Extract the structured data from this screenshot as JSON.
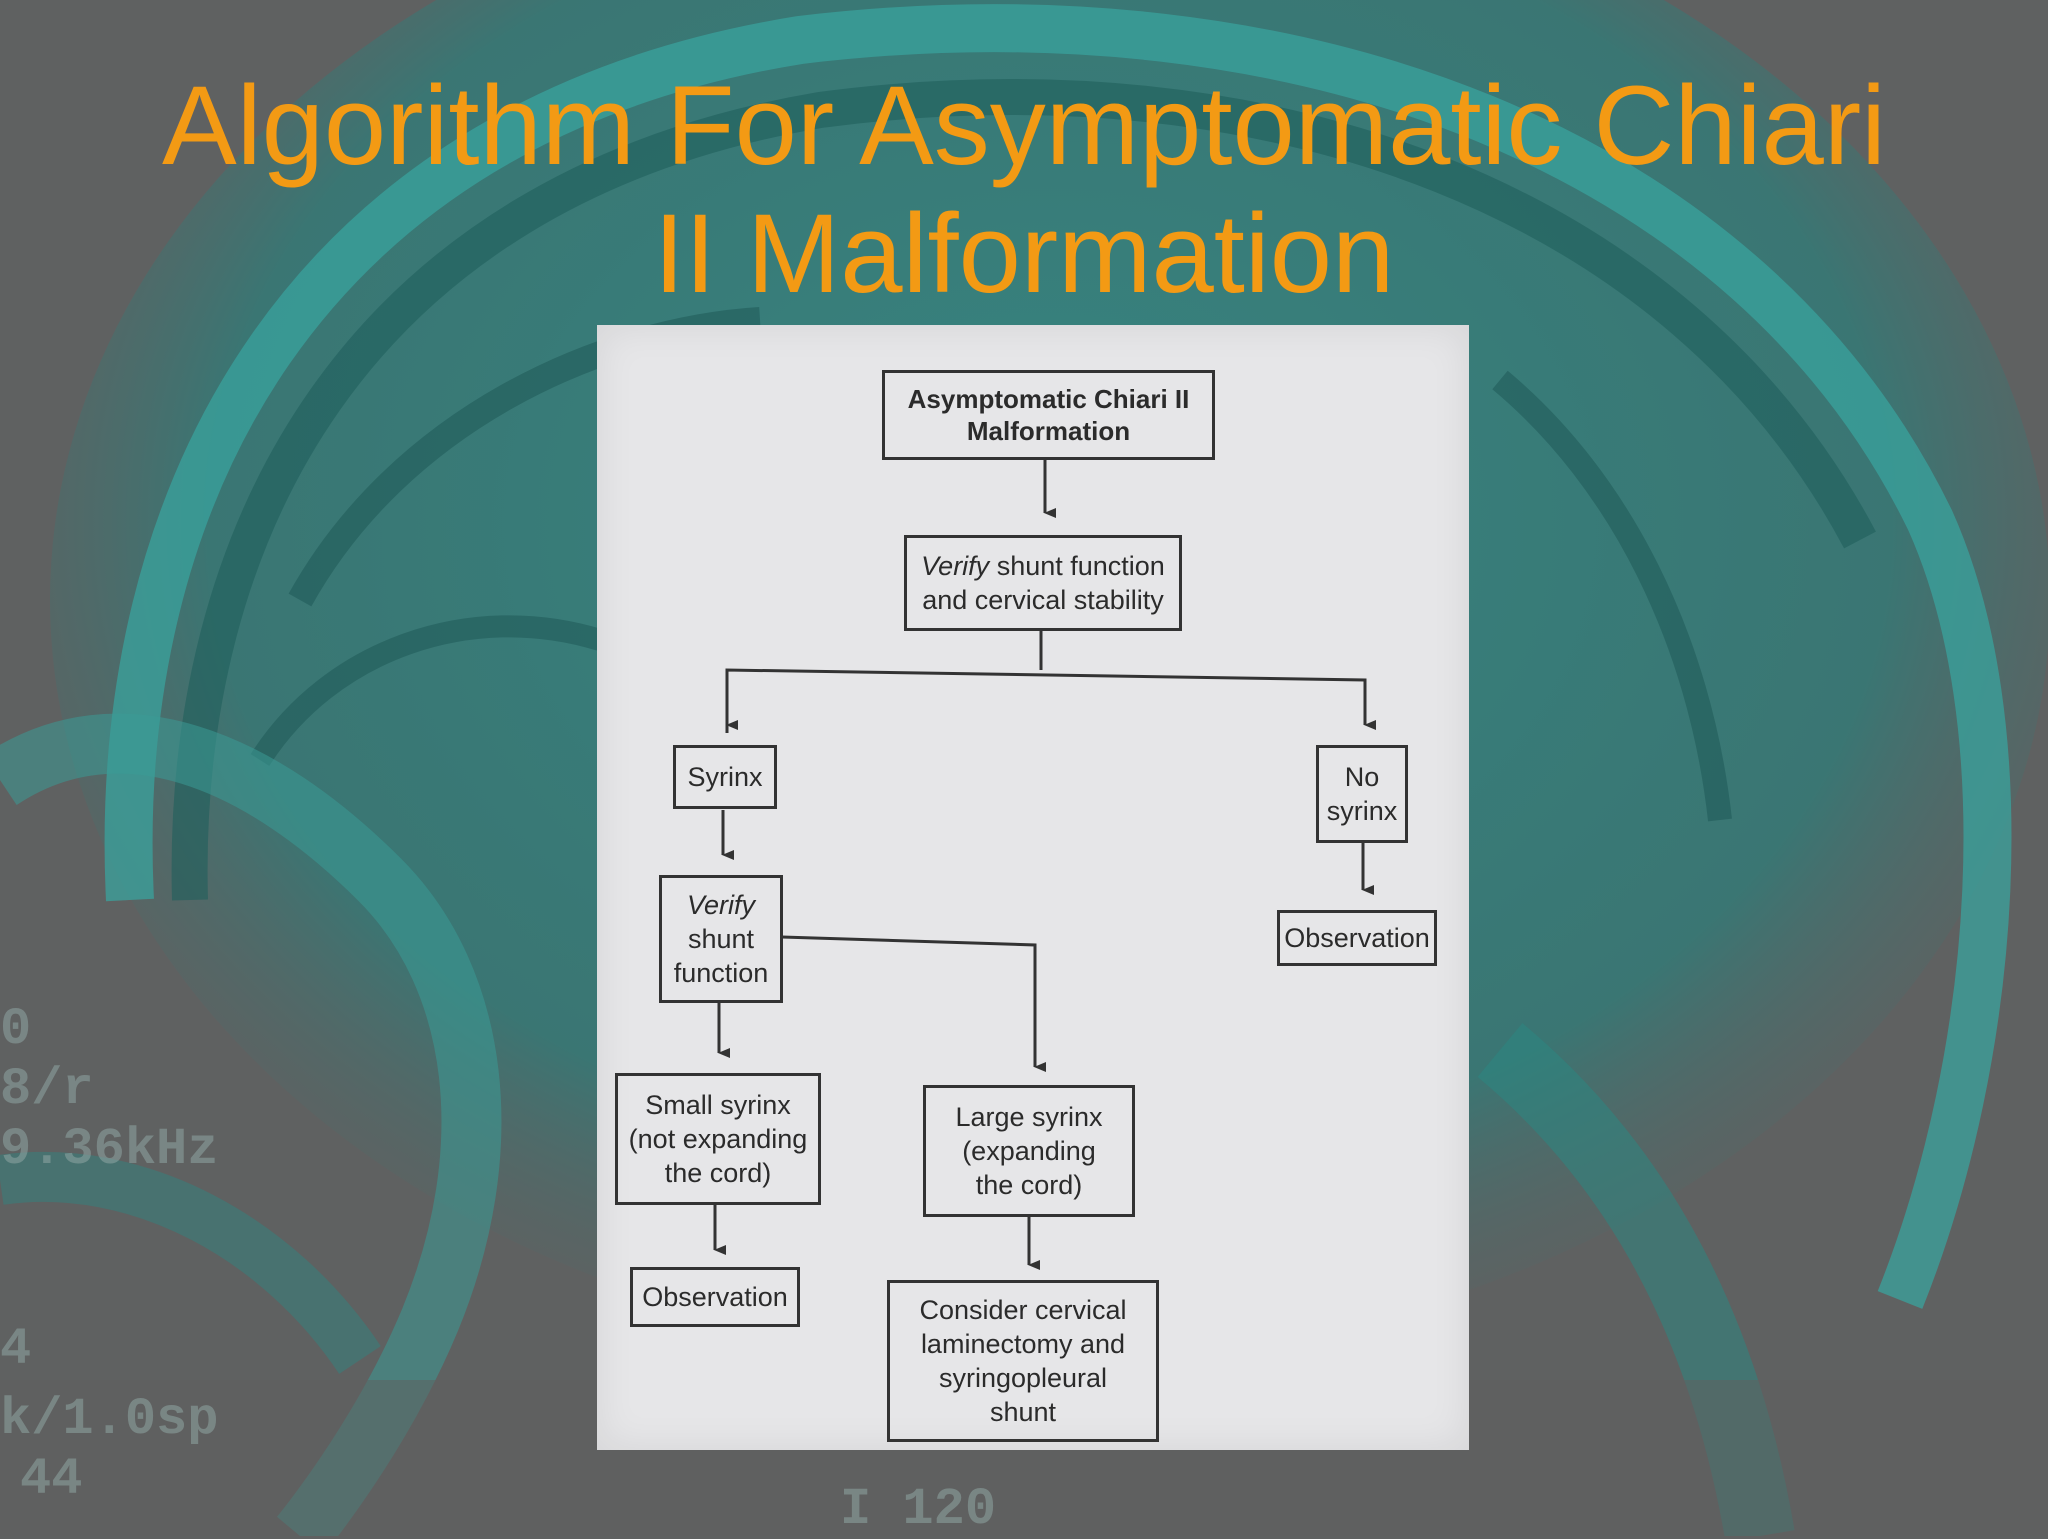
{
  "slide": {
    "title_line1": "Algorithm For Asymptomatic Chiari",
    "title_line2": "II Malformation"
  },
  "colors": {
    "title": "#f39a14",
    "background": "#5f6161",
    "mri_tint": "#2f8b86",
    "figure_paper": "#e6e6e8"
  },
  "background_image": {
    "overlay_text": [
      "0",
      "8/r",
      "9.36kHz",
      "4",
      "k/1.0sp",
      "44",
      "I 120"
    ]
  },
  "flowchart": {
    "root": {
      "line1": "Asymptomatic Chiari II",
      "line2": "Malformation"
    },
    "verify_stability": {
      "italic": "Verify",
      "rest1": " shunt function",
      "line2": "and cervical stability"
    },
    "syrinx": {
      "label": "Syrinx"
    },
    "no_syrinx": {
      "line1": "No",
      "line2": "syrinx"
    },
    "observation_right": {
      "label": "Observation"
    },
    "verify_shunt": {
      "line1": "Verify",
      "line2": "shunt",
      "line3": "function"
    },
    "small_syrinx": {
      "line1": "Small syrinx",
      "line2": "(not expanding",
      "line3": "the cord)"
    },
    "large_syrinx": {
      "line1": "Large syrinx",
      "line2": "(expanding",
      "line3": "the cord)"
    },
    "observation_left": {
      "label": "Observation"
    },
    "consider": {
      "line1": "Consider cervical",
      "line2": "laminectomy and",
      "line3": "syringopleural",
      "line4": "shunt"
    }
  }
}
